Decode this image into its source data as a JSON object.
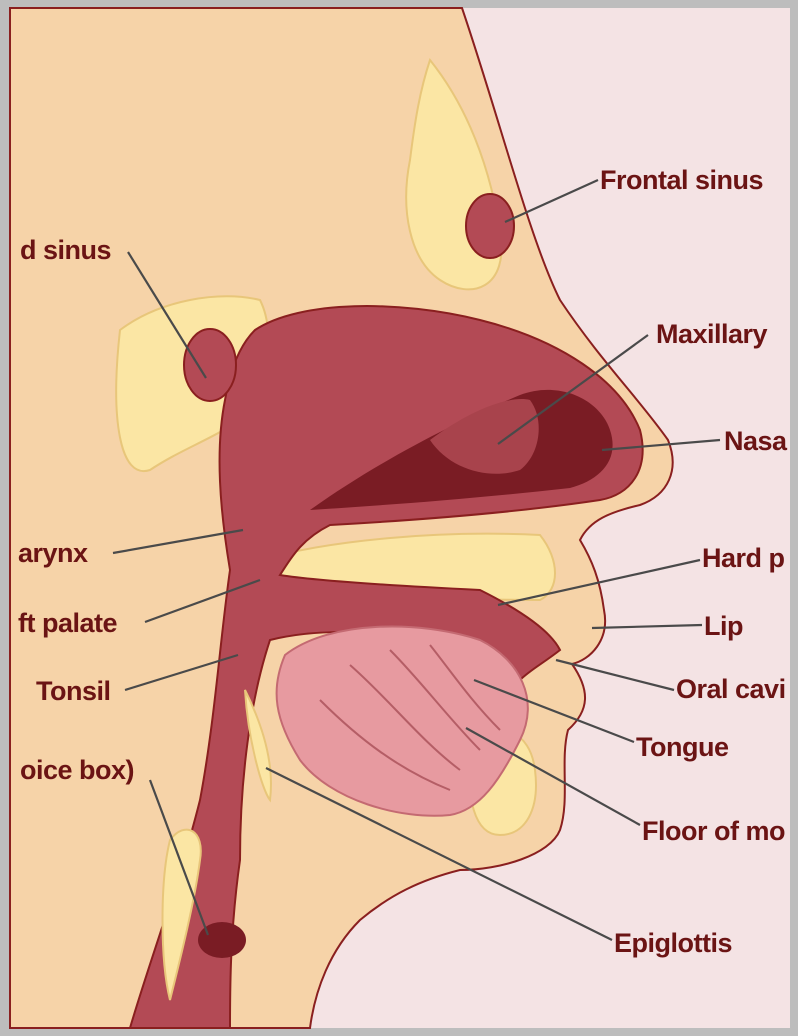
{
  "colors": {
    "background": "#f4e3e4",
    "skin": "#f6d3a8",
    "bone": "#fbe6a4",
    "tissue": "#b34a55",
    "cavity_dark": "#7a1c24",
    "tongue": "#e79aa0",
    "outline": "#8a1f1f",
    "label_text": "#6b1414",
    "leader_line": "#4a4a4a"
  },
  "labels": {
    "frontal_sinus": "Frontal sinus",
    "sphenoid_sinus": "d sinus",
    "maxillary": "Maxillary",
    "nasal": "Nasa",
    "pharynx": "arynx",
    "hard_palate": "Hard p",
    "soft_palate": "ft palate",
    "lip": "Lip",
    "tonsil": "Tonsil",
    "oral_cavity": "Oral cavi",
    "tongue": "Tongue",
    "voice_box": "oice box)",
    "floor_of_mouth": "Floor of mo",
    "epiglottis": "Epiglottis"
  }
}
